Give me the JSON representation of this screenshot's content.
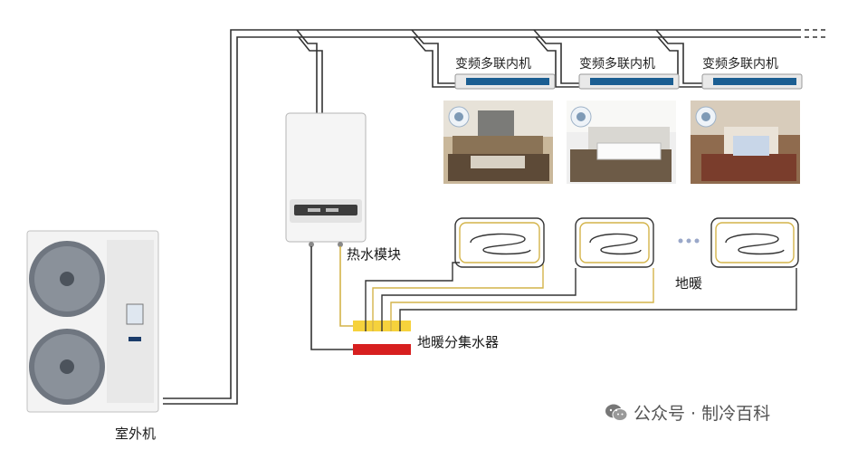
{
  "labels": {
    "outdoor_unit": "室外机",
    "hot_water_module": "热水模块",
    "floor_heating": "地暖",
    "manifold": "地暖分集水器",
    "indoor_unit": "变频多联内机"
  },
  "indoor_units": [
    {
      "label": "变频多联内机"
    },
    {
      "label": "变频多联内机"
    },
    {
      "label": "变频多联内机"
    }
  ],
  "watermark": {
    "icon": "wechat-icon",
    "text": "公众号 · 制冷百科"
  },
  "colors": {
    "manifold_supply": "#f6d23c",
    "manifold_return": "#d71f1f",
    "pipe": "#2a2a2a",
    "floor_coil": "#e8c96a"
  }
}
